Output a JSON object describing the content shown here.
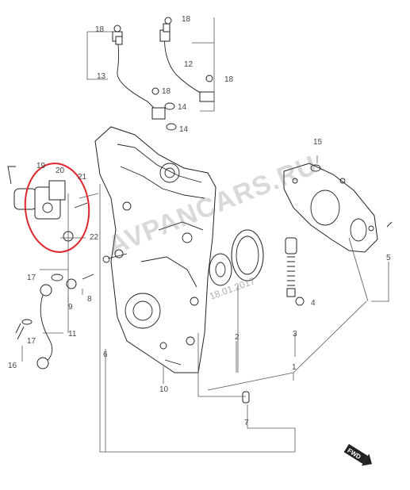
{
  "watermark": {
    "text": "AVPANCARS.RU",
    "date_stamp": "18.01.2017"
  },
  "fwd_badge": "FWD",
  "highlight_color": "#e0262b",
  "labels": {
    "l1": "1",
    "l2": "2",
    "l3": "3",
    "l4": "4",
    "l5": "5",
    "l6": "6",
    "l7": "7",
    "l8": "8",
    "l9": "9",
    "l10": "10",
    "l11": "11",
    "l12": "12",
    "l13": "13",
    "l14a": "14",
    "l14b": "14",
    "l15": "15",
    "l16": "16",
    "l17a": "17",
    "l17b": "17",
    "l18a": "18",
    "l18b": "18",
    "l18c": "18",
    "l18d": "18",
    "l19": "19",
    "l20": "20",
    "l21": "21",
    "l22": "22"
  }
}
